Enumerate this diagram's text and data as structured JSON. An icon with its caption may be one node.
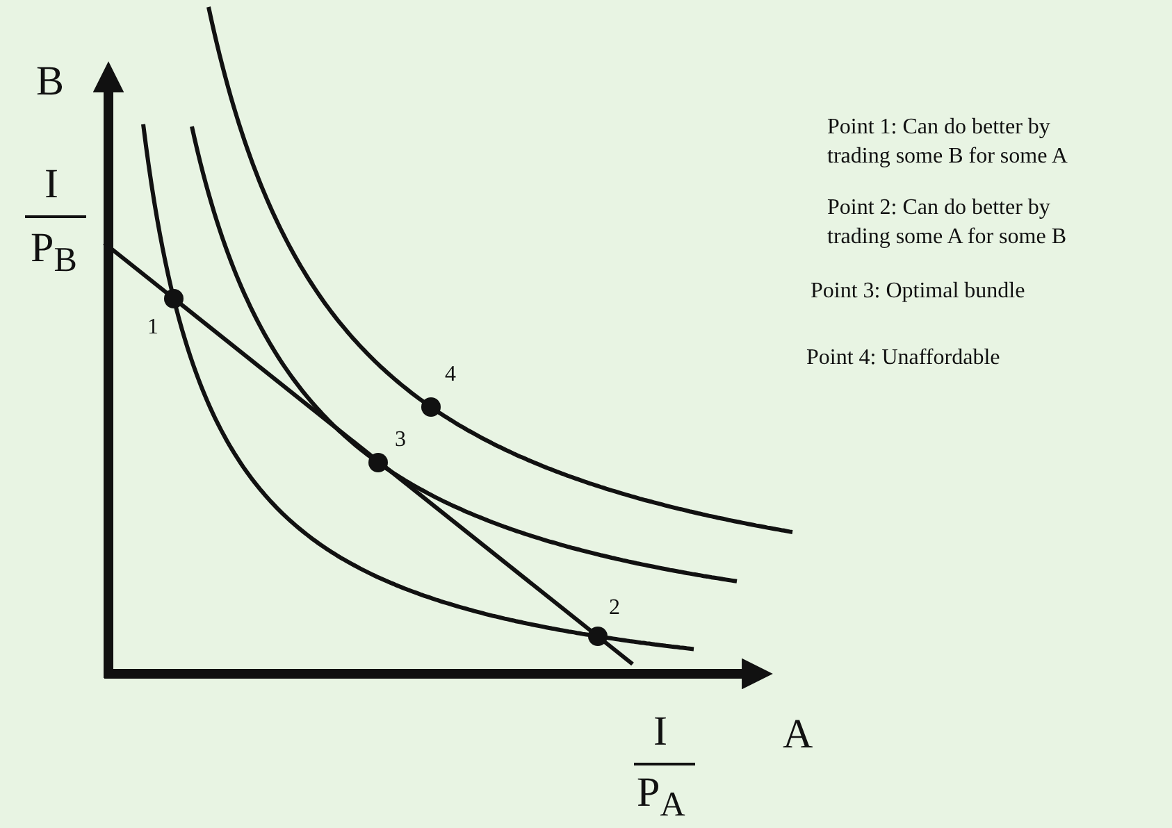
{
  "diagram": {
    "labels": [
      "B",
      "I",
      "P$_{B}$",
      "1",
      "4",
      "3",
      "2",
      "A",
      "I",
      "P$_{A}$",
      "Point 1: Can do better by trading some B for some A",
      "Point 2: Can do better by trading some A for some B",
      "Point 3: Optimal bundle",
      "Point 4: Unaffordable"
    ]
  }
}
